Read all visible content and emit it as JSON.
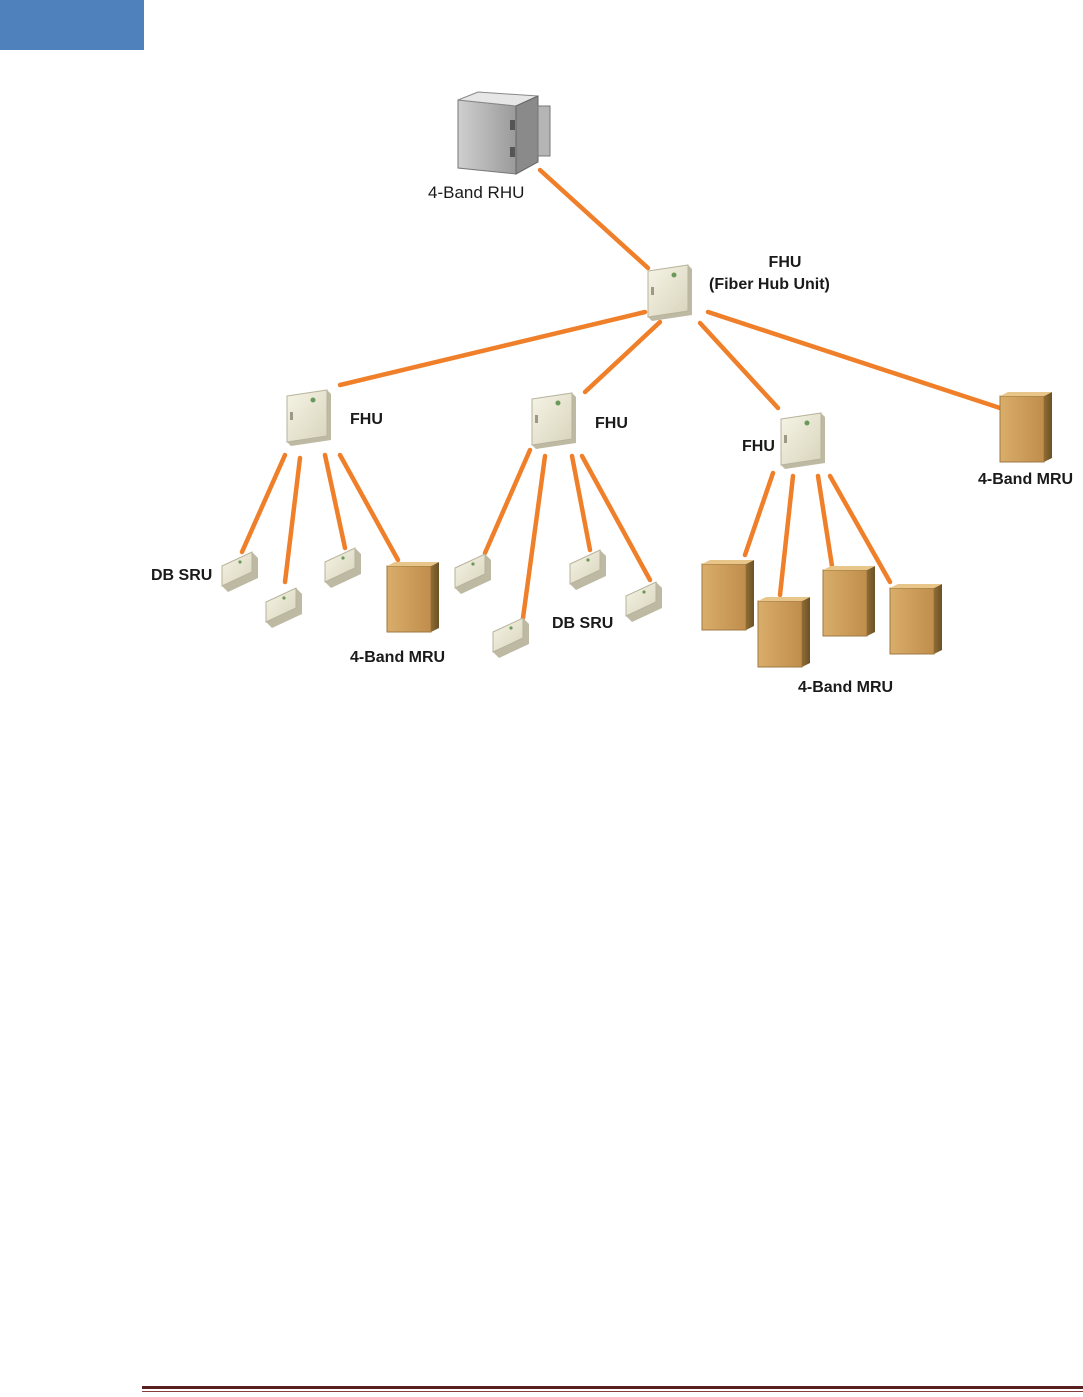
{
  "header": {
    "accent_color": "#4f81bd"
  },
  "diagram": {
    "link_color": "#f07f2a",
    "nodes": {
      "rhu": {
        "label": "4-Band RHU",
        "icon": "rhu-cabinet-icon"
      },
      "fhu_main": {
        "label_line1": "FHU",
        "label_line2": "(Fiber Hub Unit)",
        "icon": "fhu-unit-icon"
      },
      "fhu_left": {
        "label": "FHU",
        "icon": "fhu-unit-icon"
      },
      "fhu_mid": {
        "label": "FHU",
        "icon": "fhu-unit-icon"
      },
      "fhu_right": {
        "label": "FHU",
        "icon": "fhu-unit-icon"
      },
      "mru_top": {
        "label": "4-Band MRU",
        "icon": "mru-box-icon"
      },
      "group_left_sru": {
        "label": "DB SRU",
        "icon": "sru-unit-icon"
      },
      "group_left_mru": {
        "label": "4-Band MRU",
        "icon": "mru-box-icon"
      },
      "group_mid_sru": {
        "label": "DB SRU",
        "icon": "sru-unit-icon"
      },
      "group_right_mru": {
        "label": "4-Band MRU",
        "icon": "mru-box-icon"
      }
    }
  },
  "footer": {
    "rule_color": "#5a1f1f"
  }
}
